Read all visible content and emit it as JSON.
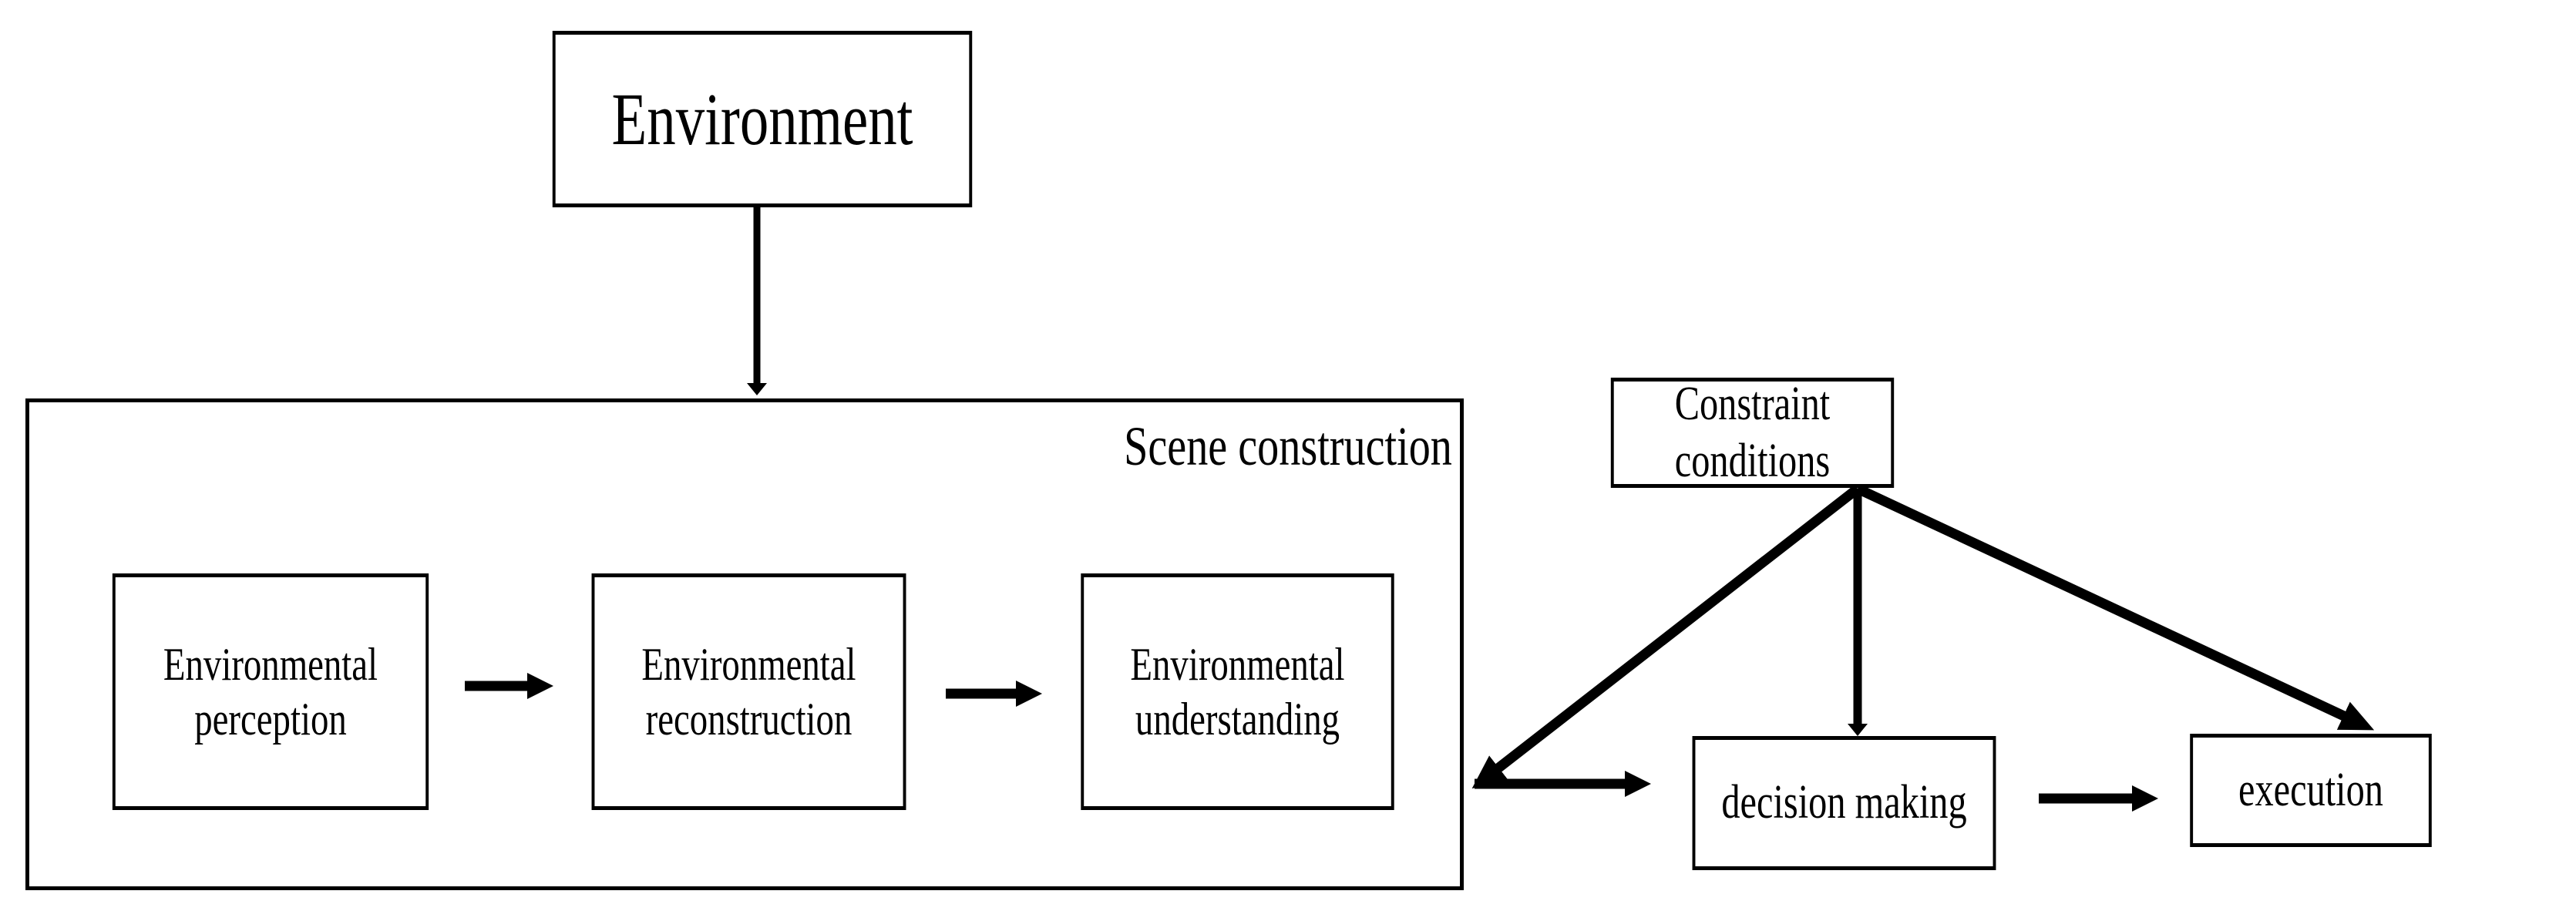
{
  "diagram": {
    "title": "Scene construction and decision pipeline",
    "background_color": "#ffffff",
    "stroke_color": "#000000"
  },
  "nodes": {
    "environment": {
      "label": "Environment"
    },
    "scene_group": {
      "title": "Scene construction"
    },
    "perception": {
      "label": "Environmental perception"
    },
    "reconstruction": {
      "label": "Environmental reconstruction"
    },
    "understanding": {
      "label": "Environmental understanding"
    },
    "constraint": {
      "label": "Constraint conditions"
    },
    "decision": {
      "label": "decision making"
    },
    "execution": {
      "label": "execution"
    }
  },
  "edges": [
    {
      "name": "environment-to-scene",
      "from": "environment",
      "to": "scene_group",
      "style": "solid-arrow",
      "direction": "down"
    },
    {
      "name": "perception-to-reconstruction",
      "from": "perception",
      "to": "reconstruction",
      "style": "solid-arrow",
      "direction": "right"
    },
    {
      "name": "reconstruction-to-understanding",
      "from": "reconstruction",
      "to": "understanding",
      "style": "solid-arrow",
      "direction": "right"
    },
    {
      "name": "scene-to-decision",
      "from": "scene_group",
      "to": "decision",
      "style": "solid-arrow",
      "direction": "right"
    },
    {
      "name": "constraint-to-scene-output",
      "from": "constraint",
      "to": "scene_group",
      "style": "solid-arrow",
      "direction": "down-left"
    },
    {
      "name": "constraint-to-decision",
      "from": "constraint",
      "to": "decision",
      "style": "solid-arrow",
      "direction": "down"
    },
    {
      "name": "constraint-to-execution",
      "from": "constraint",
      "to": "execution",
      "style": "solid-arrow",
      "direction": "down-right"
    },
    {
      "name": "decision-to-execution",
      "from": "decision",
      "to": "execution",
      "style": "solid-arrow",
      "direction": "right"
    }
  ]
}
